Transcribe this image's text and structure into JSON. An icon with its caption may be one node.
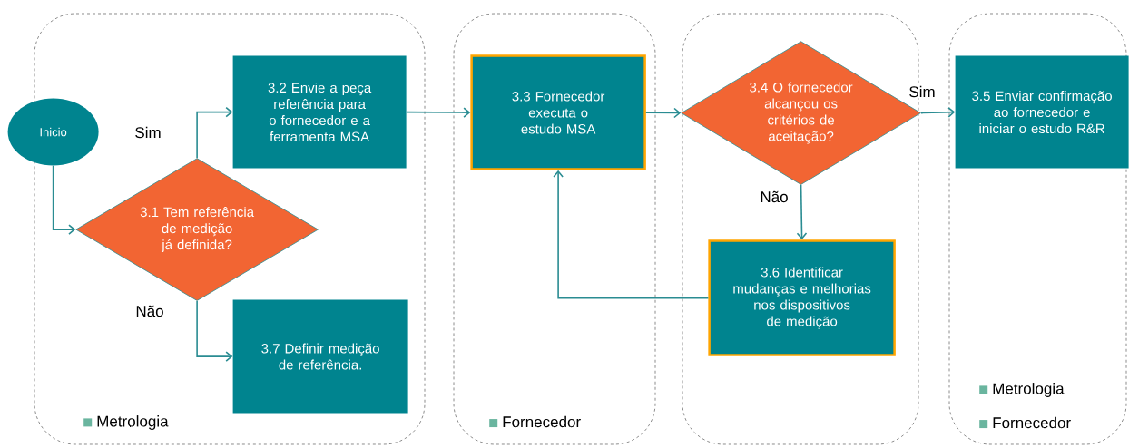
{
  "diagram": {
    "nodes": [
      {
        "text": [
          "Metrologia"
        ]
      },
      {
        "text": [
          "Inicio"
        ],
        "in": 0
      },
      {
        "text": [
          "3.2 Envie a peça referência para o fornecedor e a ferramenta MSA"
        ],
        "in": 0
      },
      {
        "text": [
          "3.1 Tem referência de medição já definida?"
        ],
        "in": 0
      },
      {
        "text": [
          "3.7 Definir medição de referência."
        ],
        "in": 0
      },
      {
        "text": [
          "Fornecedor"
        ]
      },
      {
        "text": [
          "3.3 Fornecedor executa o estudo MSA"
        ],
        "in": 5
      },
      {
        "text": [],
        "shape": "box"
      },
      {
        "text": [
          "3.4 O fornecedor alcançou os critérios de aceitação?"
        ],
        "in": 7
      },
      {
        "text": [
          "3.6 Identificar mudanças e melhorias nos dispositivos de medição"
        ],
        "in": 7
      },
      {
        "text": [
          "Metrologia",
          "Fornecedor"
        ]
      },
      {
        "text": [
          "3.5 Enviar confirmação ao fornecedor e iniciar o estudo R&R"
        ],
        "in": 10
      }
    ],
    "edges": [
      {
        "from": 1,
        "to": 3,
        "arrow": "to"
      },
      {
        "from": 3,
        "to": 2,
        "arrow": "to",
        "label": "Sim"
      },
      {
        "from": 3,
        "to": 4,
        "arrow": "to",
        "label": "Não"
      },
      {
        "from": 2,
        "to": 6,
        "arrow": "to"
      },
      {
        "from": 6,
        "to": 8,
        "arrow": "to"
      },
      {
        "from": 8,
        "to": 11,
        "arrow": "to",
        "label": "Sim"
      },
      {
        "from": 8,
        "to": 9,
        "arrow": "to",
        "label": "Não"
      },
      {
        "from": 9,
        "to": 6,
        "arrow": "to"
      }
    ]
  }
}
